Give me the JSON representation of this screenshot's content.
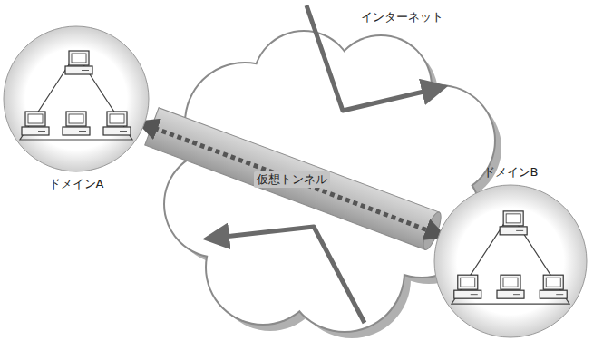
{
  "diagram": {
    "nodes": [
      {
        "text": [
          "ドメインA"
        ]
      },
      {
        "text": [
          "ドメインB"
        ]
      }
    ],
    "edges": [
      {
        "from": 0,
        "to": 1,
        "arrow": "both",
        "label": "仮想トンネル"
      }
    ],
    "labels": [
      "インターネット"
    ]
  }
}
